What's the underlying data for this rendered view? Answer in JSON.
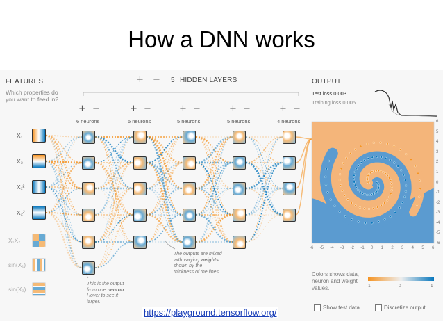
{
  "slide": {
    "title": "How a DNN works",
    "link": "https://playground.tensorflow.org/"
  },
  "features": {
    "title": "FEATURES",
    "subtitle": "Which properties do you want to feed in?",
    "items": [
      "X₁",
      "X₂",
      "X₁²",
      "X₂²",
      "X₁X₂",
      "sin(X₁)",
      "sin(X₂)"
    ]
  },
  "hidden": {
    "plus": "+",
    "minus": "−",
    "count": "5",
    "label": "HIDDEN LAYERS",
    "layers": [
      {
        "label": "6 neurons",
        "neurons": 6
      },
      {
        "label": "5 neurons",
        "neurons": 5
      },
      {
        "label": "5 neurons",
        "neurons": 5
      },
      {
        "label": "5 neurons",
        "neurons": 5
      },
      {
        "label": "4 neurons",
        "neurons": 4
      }
    ],
    "note_neuron_pre": "This is the output from one ",
    "note_neuron_bold": "neuron",
    "note_neuron_post": ". Hover to see it larger.",
    "note_weights_pre": "The outputs are mixed with varying ",
    "note_weights_bold": "weights",
    "note_weights_post": ", shown by the thickness of the lines."
  },
  "output": {
    "title": "OUTPUT",
    "test_loss": "Test loss 0.003",
    "training_loss": "Training loss 0.005",
    "axis_ticks": [
      "-6",
      "-5",
      "-4",
      "-3",
      "-2",
      "-1",
      "0",
      "1",
      "2",
      "3",
      "4",
      "5",
      "6"
    ],
    "legend_text": "Colors shows data, neuron and weight values.",
    "legend_ticks": [
      "-1",
      "0",
      "1"
    ],
    "show_test_data": "Show test data",
    "discretize_output": "Discretize output"
  },
  "colors": {
    "orange": "#f59322",
    "blue": "#0877bd",
    "panel": "#f7f7f7"
  }
}
